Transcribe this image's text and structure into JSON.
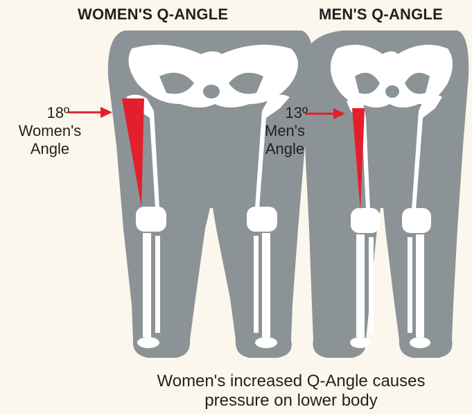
{
  "titles": {
    "women": "WOMEN'S Q-ANGLE",
    "men": "MEN'S Q-ANGLE"
  },
  "women_angle": {
    "degrees": "18º",
    "line1": "Women's",
    "line2": "Angle"
  },
  "men_angle": {
    "degrees": "13º",
    "line1": "Men's",
    "line2": "Angle"
  },
  "caption": {
    "line1": "Women's increased Q-Angle causes",
    "line2": "pressure on lower body"
  },
  "colors": {
    "background": "#fcf7ec",
    "silhouette": "#8c9397",
    "bone": "#ffffff",
    "angle": "#e41f2c",
    "text": "#231f20"
  }
}
